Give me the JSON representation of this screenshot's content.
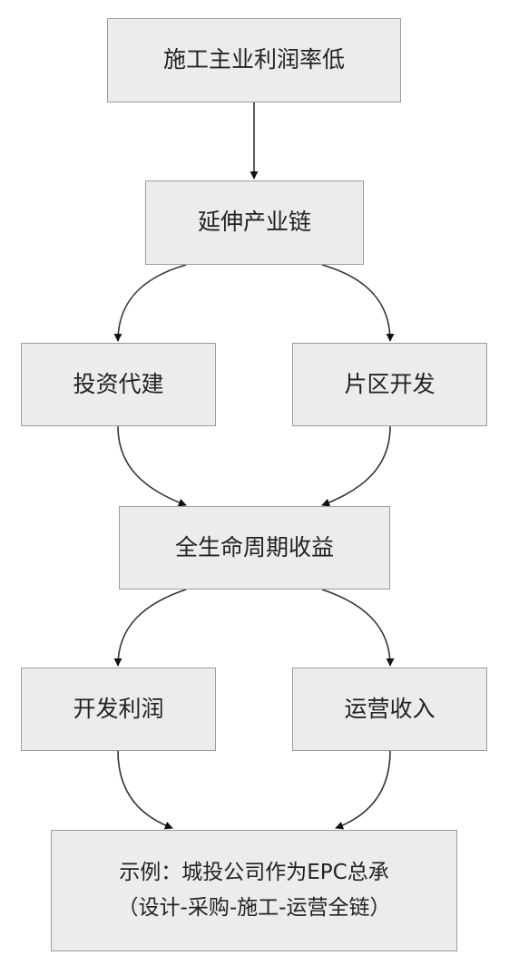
{
  "nodes": {
    "low_margin": "施工主业利润率低",
    "extend_chain": "延伸产业链",
    "investment_build": "投资代建",
    "area_development": "片区开发",
    "lifecycle_income": "全生命周期收益",
    "development_profit": "开发利润",
    "operation_revenue": "运营收入",
    "example_line1": "示例：城投公司作为EPC总承",
    "example_line2": "（设计-采购-施工-运营全链）"
  },
  "edges": [
    {
      "from": "low_margin",
      "to": "extend_chain"
    },
    {
      "from": "extend_chain",
      "to": "investment_build"
    },
    {
      "from": "extend_chain",
      "to": "area_development"
    },
    {
      "from": "investment_build",
      "to": "lifecycle_income"
    },
    {
      "from": "area_development",
      "to": "lifecycle_income"
    },
    {
      "from": "lifecycle_income",
      "to": "development_profit"
    },
    {
      "from": "lifecycle_income",
      "to": "operation_revenue"
    },
    {
      "from": "development_profit",
      "to": "example"
    },
    {
      "from": "operation_revenue",
      "to": "example"
    }
  ]
}
